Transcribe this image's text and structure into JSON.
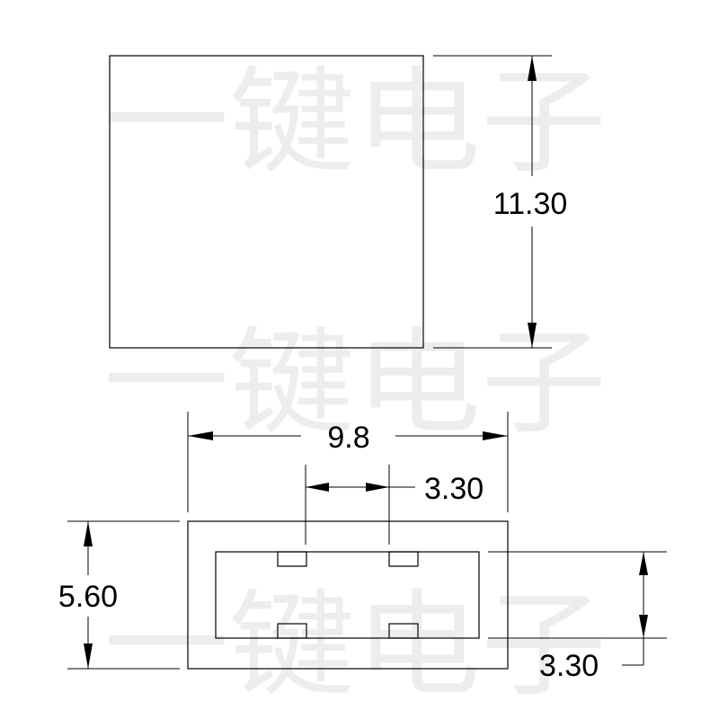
{
  "watermark": {
    "rows": [
      "一键电子",
      "一键电子",
      "一键电子"
    ]
  },
  "drawing": {
    "top_view": {
      "height_label": "11.30"
    },
    "bottom_view": {
      "width_label": "9.8",
      "pad_spacing_label": "3.30",
      "height_label": "5.60",
      "inner_height_label": "3.30"
    }
  },
  "colors": {
    "line": "#000000",
    "background": "#ffffff"
  }
}
